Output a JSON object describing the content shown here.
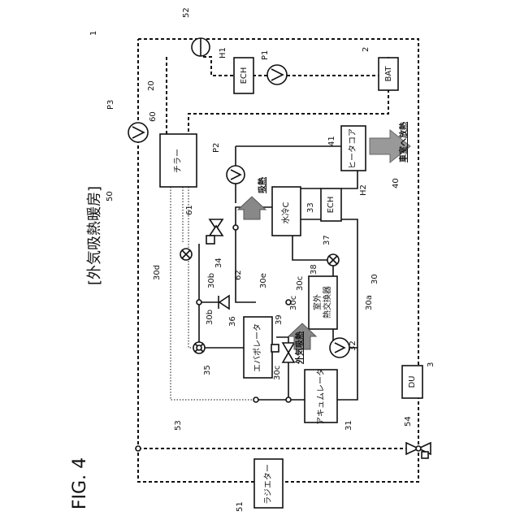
{
  "figure": {
    "title": "FIG. 4",
    "heading": "[外気吸熱暖房]"
  },
  "components": {
    "radiator": "ラジエター",
    "chiller": "チラー",
    "evaporator": "エバポレータ",
    "accumulator": "アキュムレータ",
    "outdoor_hx": "室外\n熱交換器",
    "water_cooled_c": "水冷C",
    "heater_core": "ヒータコア",
    "ech_1": "ECH",
    "ech_2": "ECH",
    "battery": "BAT",
    "du": "DU"
  },
  "annotations": {
    "absorb_heat": "吸熱",
    "outside_absorb": "外気吸熱",
    "to_cabin": "車室へ放熱"
  },
  "refs": {
    "r1": "1",
    "r2": "2",
    "r3": "3",
    "r20": "20",
    "r30": "30",
    "r30a": "30a",
    "r30b1": "30b",
    "r30b2": "30b",
    "r30c1": "30c",
    "r30c2": "30c",
    "r30c3": "30c",
    "r30d": "30d",
    "r30e": "30e",
    "r31": "31",
    "r32": "32",
    "r33": "33",
    "r34": "34",
    "r35": "35",
    "r36": "36",
    "r37": "37",
    "r38": "38",
    "r39": "39",
    "r40": "40",
    "r41": "41",
    "r50": "50",
    "r51": "51",
    "r52": "52",
    "r53": "53",
    "r54": "54",
    "r60": "60",
    "r61": "61",
    "r62": "62",
    "h1": "H1",
    "h2": "H2",
    "p1": "P1",
    "p2": "P2",
    "p3": "P3"
  }
}
